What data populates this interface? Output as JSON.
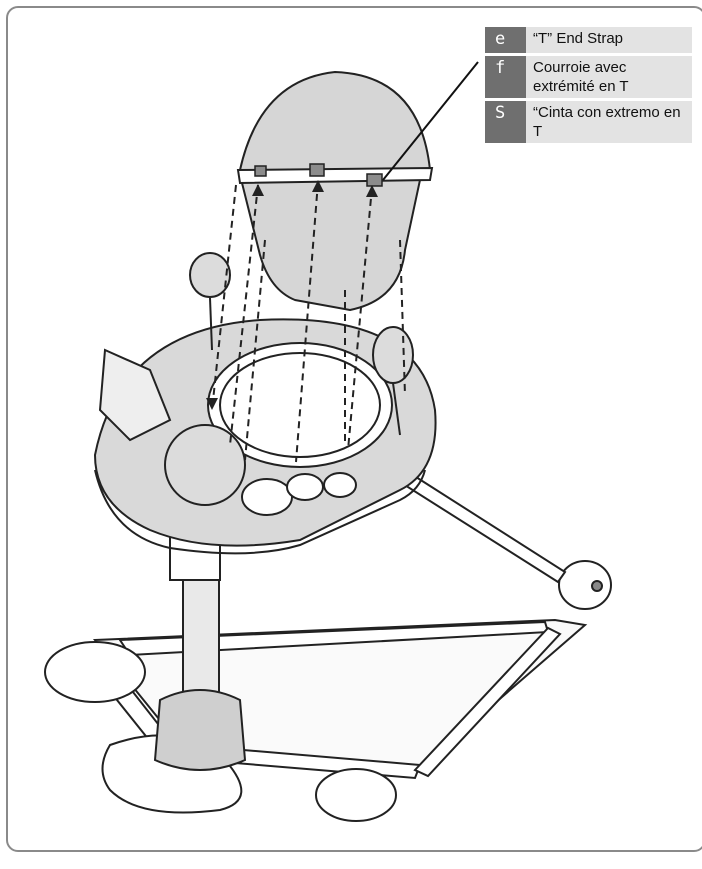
{
  "legend": [
    {
      "code": "e",
      "label": "“T” End Strap"
    },
    {
      "code": "f",
      "label": "Courroie avec extrémité en T"
    },
    {
      "code": "S",
      "label": "“Cinta con extremo en T"
    }
  ],
  "colors": {
    "border": "#8a8a8a",
    "legend_code_bg": "#6f6f6f",
    "legend_text_bg": "#e3e3e3",
    "seat_fill": "#d6d6d6",
    "line": "#222222"
  }
}
